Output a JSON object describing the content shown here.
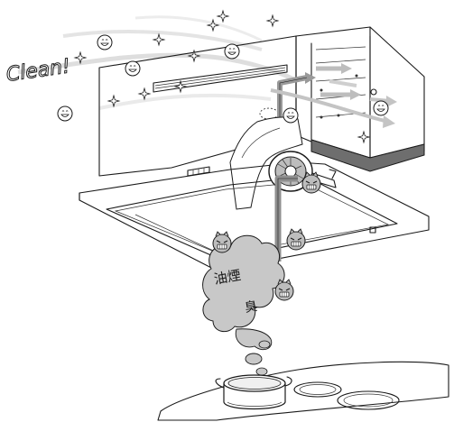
{
  "labels": {
    "clean": "Clean!",
    "oil_smoke": "油煙",
    "odor": "臭"
  },
  "colors": {
    "ink": "#1a1a1a",
    "smoke_fill": "#c8c8c8",
    "airflow_clean": "#e6e6e6",
    "airflow_dirty": "#8f8f8f",
    "filter_dark": "#6e6e6e"
  },
  "icons": [
    "sparkle-icon",
    "happy-face-icon",
    "angry-face-icon",
    "arrow-icon",
    "cooking-pot-icon",
    "stove-burner-icon"
  ]
}
